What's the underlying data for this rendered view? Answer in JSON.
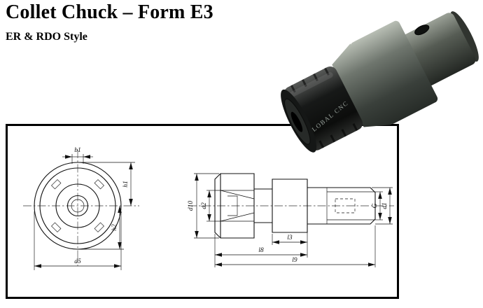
{
  "page": {
    "title": "Collet Chuck – Form E3",
    "subtitle": "ER & RDO Style"
  },
  "photo": {
    "engraving": "GLOBAL CNC"
  },
  "drawing": {
    "front": {
      "b1": "b1",
      "h1": "h1",
      "h2": "h2",
      "d5": "d5"
    },
    "side": {
      "d10": "d10",
      "d2": "d2",
      "l3": "l3",
      "l8": "l8",
      "l9": "l9",
      "g": "G",
      "d1": "d1"
    }
  }
}
